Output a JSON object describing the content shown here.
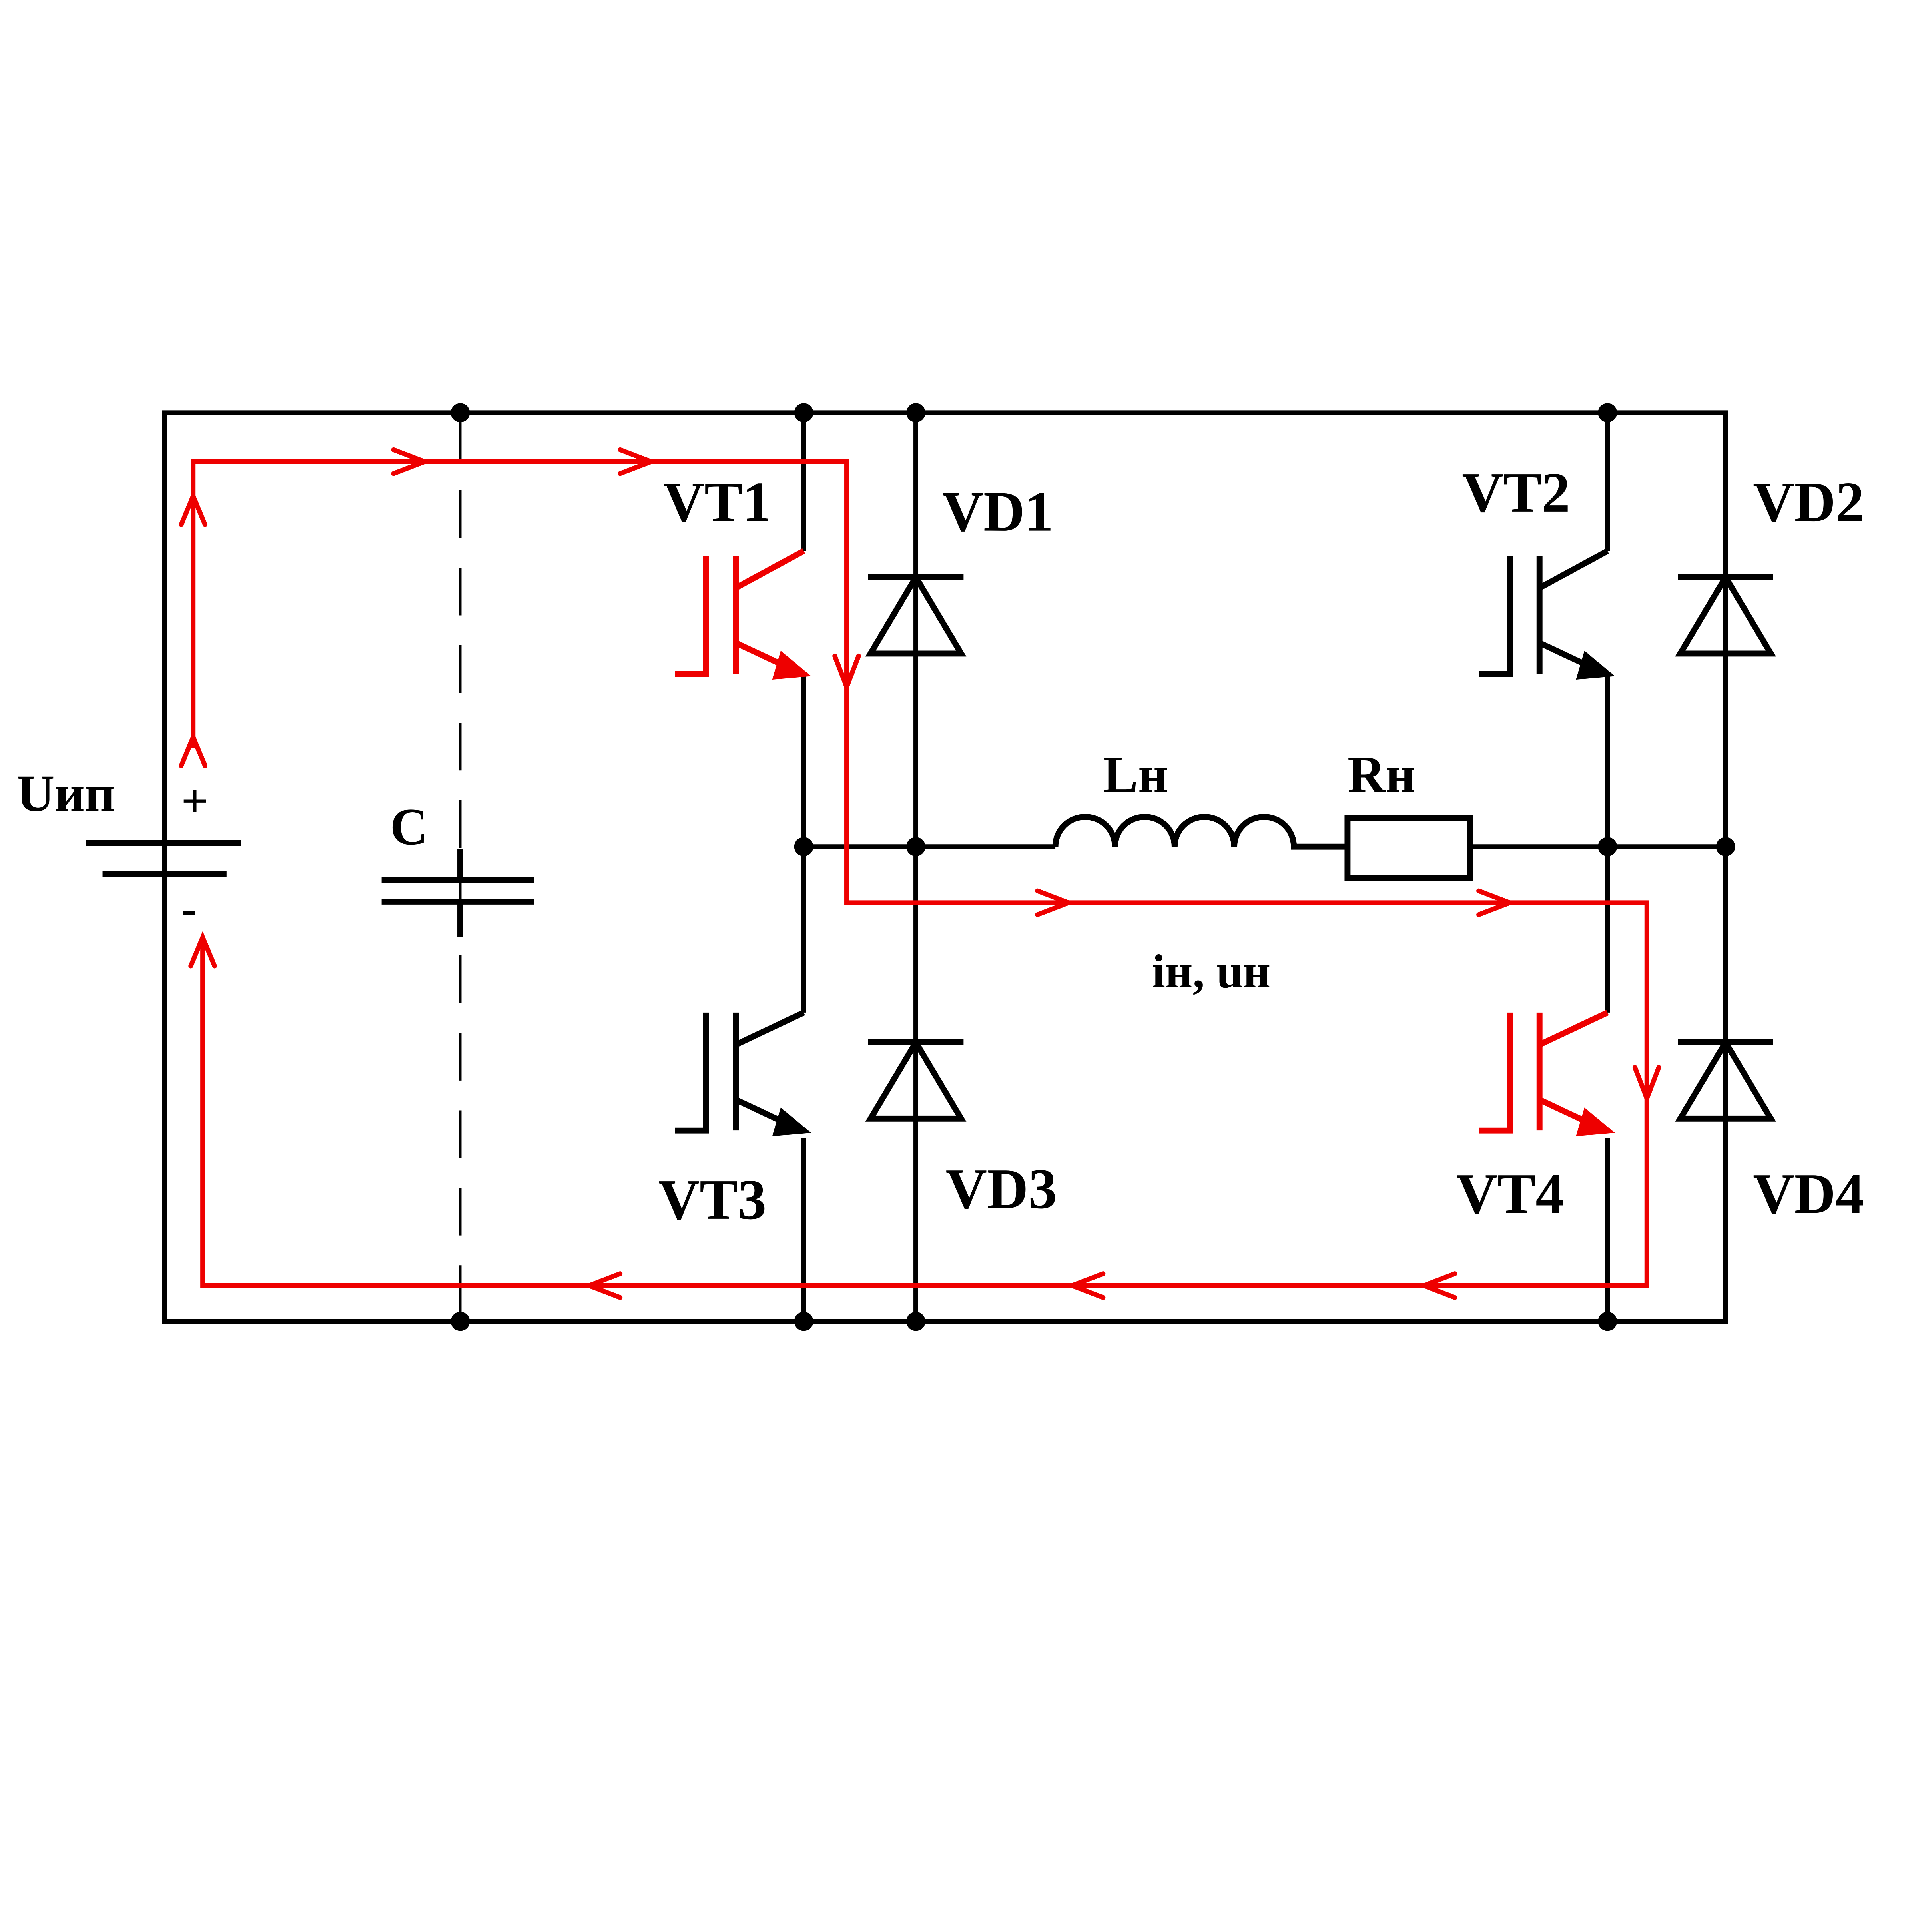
{
  "colors": {
    "circuit": "#000000",
    "current_path": "#ee0000"
  },
  "labels": {
    "source": "Uип",
    "plus": "+",
    "minus": "-",
    "capacitor": "C",
    "vt1": "VT1",
    "vt2": "VT2",
    "vt3": "VT3",
    "vt4": "VT4",
    "vd1": "VD1",
    "vd2": "VD2",
    "vd3": "VD3",
    "vd4": "VD4",
    "inductor": "Lн",
    "resistor": "Rн",
    "load_quantities": "iн, uн"
  },
  "conducting": {
    "transistors": [
      "VT1",
      "VT4"
    ]
  }
}
